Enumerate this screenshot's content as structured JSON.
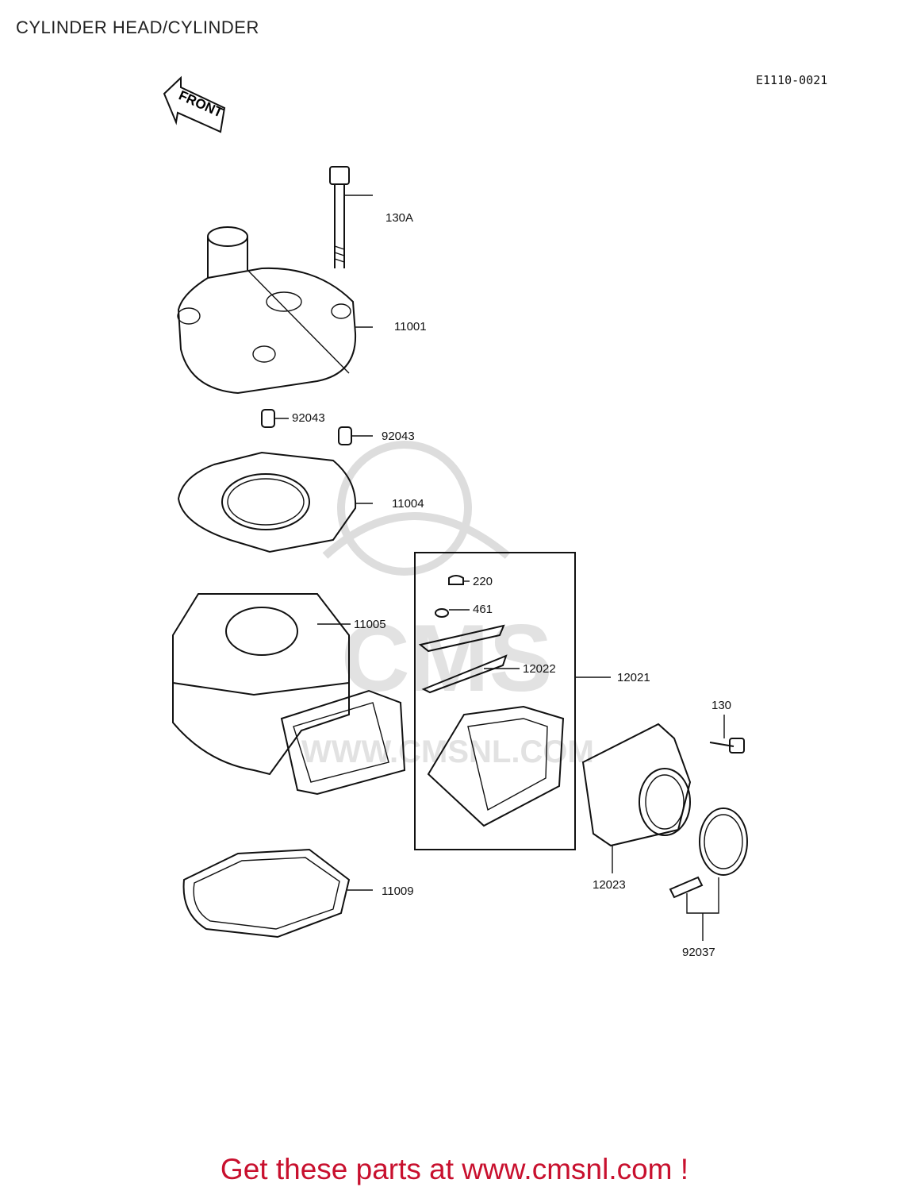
{
  "title": "CYLINDER HEAD/CYLINDER",
  "diagram_code": "E1110-0021",
  "front_label": "FRONT",
  "watermark": "WWW.CMSNL.COM",
  "parts": {
    "bolt_130a": "130A",
    "head": "11001",
    "dowel_1": "92043",
    "dowel_2": "92043",
    "head_gasket": "11004",
    "cylinder": "11005",
    "screw_220": "220",
    "washer_461": "461",
    "reed_12022": "12022",
    "reed_valve_12021": "12021",
    "bolt_130": "130",
    "intake_12023": "12023",
    "base_gasket": "11009",
    "clamp_92037": "92037"
  },
  "footer_text": "Get these parts at www.cmsnl.com !"
}
